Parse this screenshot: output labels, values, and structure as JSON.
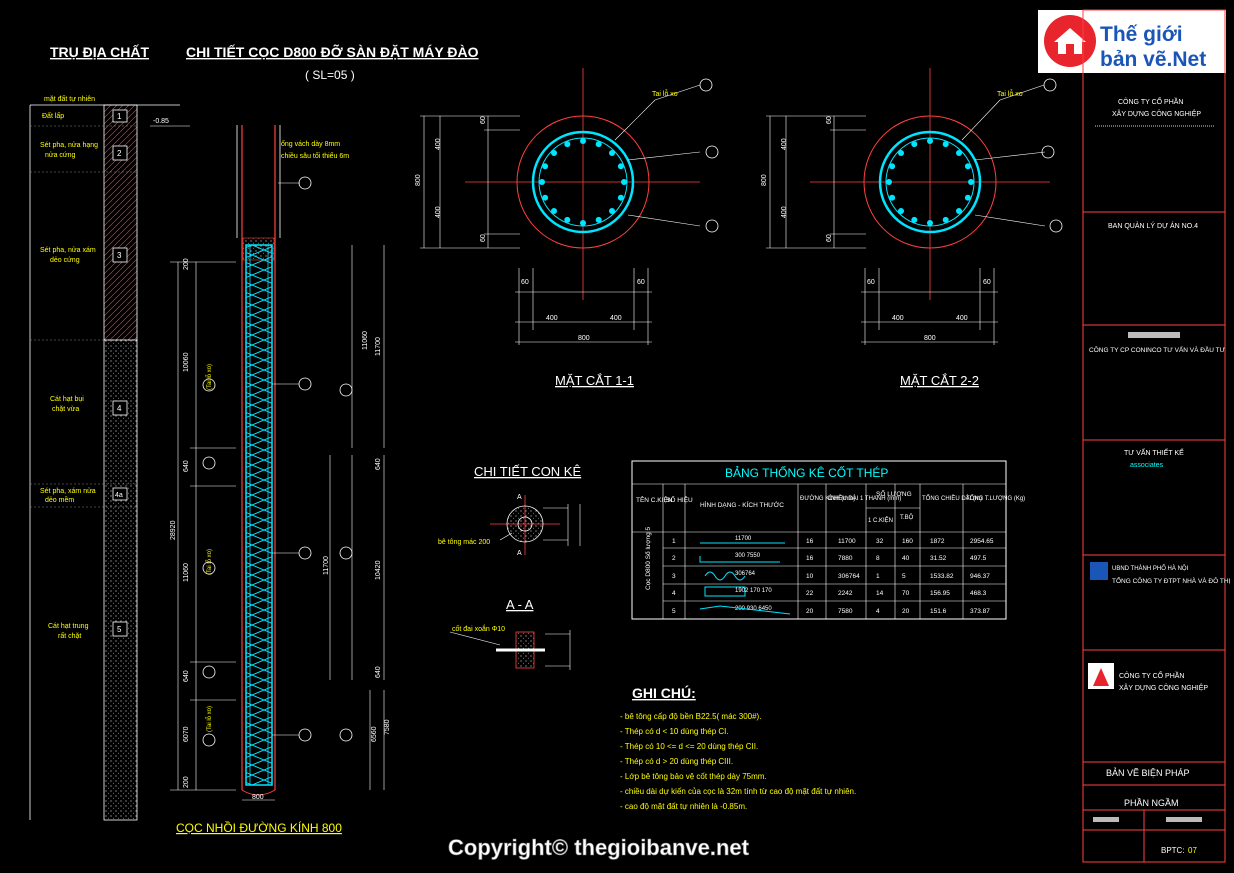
{
  "logo": {
    "line1": "Thế giới",
    "line2": "bản vẽ.Net"
  },
  "titles": {
    "geology": "TRỤ ĐỊA CHẤT",
    "main": "CHI TIẾT CỌC D800 ĐỠ SÀN ĐẶT MÁY ĐÀO",
    "qty": "( SL=05 )",
    "pile_bottom": "CỌC NHỒI ĐƯỜNG KÍNH 800",
    "section1": "MẶT CẮT 1-1",
    "section2": "MẶT CẮT 2-2",
    "spacer": "CHI TIẾT CON KÊ",
    "aa": "A - A",
    "notes": "GHI CHÚ:"
  },
  "geology": {
    "ground": "mặt đất tự nhiên",
    "layers": [
      {
        "num": "1",
        "text": [
          "Đất lấp"
        ]
      },
      {
        "num": "2",
        "text": [
          "Sét pha, nửa hạng",
          "nửa cứng"
        ]
      },
      {
        "num": "3",
        "text": [
          "Sét pha, nửa xám",
          "dẻo cứng"
        ]
      },
      {
        "num": "4",
        "text": [
          "Cát hạt bụi",
          "chặt vừa"
        ]
      },
      {
        "num": "4a",
        "text": [
          "Sét pha, xám nửa",
          "dẻo mềm"
        ]
      },
      {
        "num": "5",
        "text": [
          "Cát hạt trung",
          "rất chặt"
        ]
      }
    ]
  },
  "pile": {
    "level": "-0.85",
    "note1": "ống vách dày 8mm",
    "note2": "chiều sâu tối thiểu 6m",
    "dims_left": [
      "200",
      "10060",
      "640",
      "28920",
      "11060",
      "640",
      "6070",
      "200"
    ],
    "dims_right_inner": [
      "11060",
      "640",
      "10420",
      "640",
      "6560"
    ],
    "dims_right_outer": [
      "11700",
      "11700",
      "7580"
    ],
    "steel_labels": [
      "(Tai lỗ xo)",
      "(Tai lỗ xo)",
      "(Tai lỗ xo)"
    ],
    "width": "800"
  },
  "sections": {
    "label_top": "Tai lỗ xo",
    "dims": {
      "d60": "60",
      "d400": "400",
      "d800": "800"
    }
  },
  "spacer": {
    "label": "bê tông mác 200",
    "a": "A",
    "aa_label": "cốt đai xoắn Φ10"
  },
  "table": {
    "title": "BẢNG THỐNG KÊ CỐT THÉP",
    "headers": [
      "TÊN C.KIỆN",
      "SỐ HIỆU",
      "HÌNH DẠNG - KÍCH THƯỚC",
      "ĐƯỜNG KÍNH (mm)",
      "CHIỀU DÀI 1 THANH (mm)",
      "SỐ LƯỢNG",
      "TỔNG CHIỀU DÀI (m)",
      "TỔNG T.LƯỢNG (Kg)"
    ],
    "subheaders": [
      "1 C.KIỆN",
      "T.BỘ"
    ],
    "component": "Cọc D800 Số lượng 5",
    "rows": [
      {
        "no": "1",
        "shape": "11700",
        "d": "16",
        "len": "11700",
        "q1": "32",
        "qt": "160",
        "tl": "1872",
        "tw": "2954.65"
      },
      {
        "no": "2",
        "shape": "300 7550",
        "d": "16",
        "len": "7880",
        "q1": "8",
        "qt": "40",
        "tl": "31.52",
        "tw": "497.5"
      },
      {
        "no": "3",
        "shape": "306764",
        "d": "10",
        "len": "306764",
        "q1": "1",
        "qt": "5",
        "tl": "1533.82",
        "tw": "946.37"
      },
      {
        "no": "4",
        "shape": "1902 170 170",
        "d": "22",
        "len": "2242",
        "q1": "14",
        "qt": "70",
        "tl": "156.95",
        "tw": "468.3"
      },
      {
        "no": "5",
        "shape": "200 930 6450",
        "d": "20",
        "len": "7580",
        "q1": "4",
        "qt": "20",
        "tl": "151.6",
        "tw": "373.87"
      }
    ]
  },
  "notes": [
    "- bê tông cấp độ bền B22.5( mác 300#).",
    "- Thép có d < 10 dùng thép CI.",
    "- Thép có 10 <= d <= 20 dùng thép CII.",
    "- Thép có d > 20 dùng thép CIII.",
    "- Lớp bê tông bảo vệ cốt thép dày 75mm.",
    "- chiều dài dự kiến của cọc là 32m tính từ cao độ mặt đất tự nhiên.",
    "- cao độ mặt đất tự nhiên là -0.85m."
  ],
  "titleblock": {
    "company1": "CÔNG TY CỔ PHẦN",
    "company1b": "XÂY DỰNG CÔNG NGHIỆP",
    "board": "BAN QUẢN LÝ DỰ ÁN NO.4",
    "consult": "CÔNG TY CP CONINCO TƯ VẤN VÀ ĐẦU TƯ",
    "design": "TƯ VẤN THIẾT KẾ",
    "design_sub": "associates",
    "ubnd": "UBND THÀNH PHỐ HÀ NỘI",
    "corp": "TỔNG CÔNG TY ĐTPT NHÀ VÀ ĐÔ THỊ",
    "company2": "CÔNG TY CỔ PHẦN",
    "company2b": "XÂY DỰNG CÔNG NGHIỆP",
    "drawing1": "BẢN VẼ BIỆN PHÁP",
    "drawing2": "PHẦN NGẦM",
    "sheet_label": "BPTC:",
    "sheet_no": "07"
  },
  "copyright": "Copyright© thegioibanve.net"
}
